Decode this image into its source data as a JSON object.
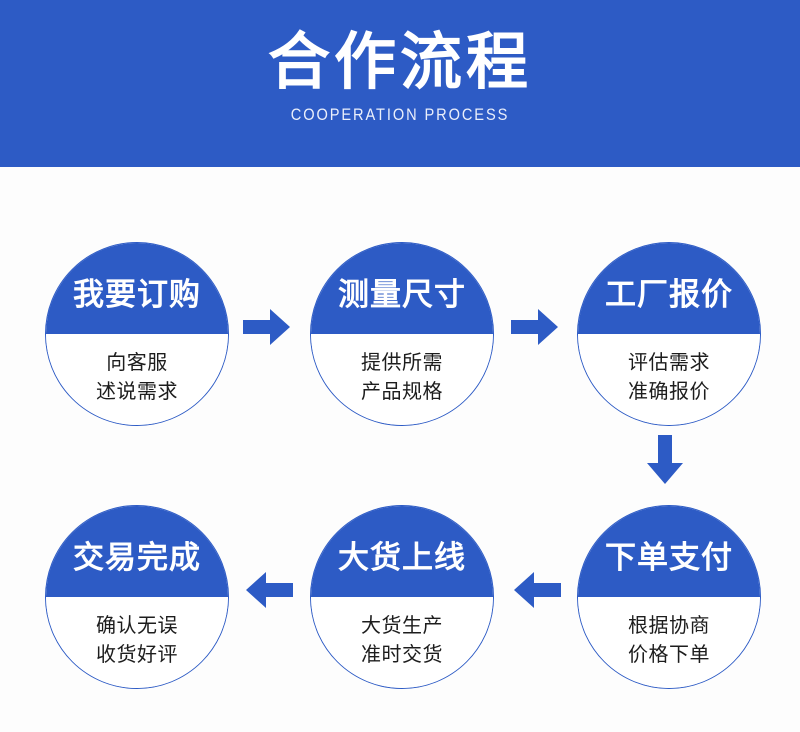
{
  "header": {
    "title": "合作流程",
    "subtitle": "COOPERATION PROCESS",
    "background_color": "#2d5bc5",
    "text_color": "#ffffff"
  },
  "colors": {
    "brand_blue": "#2d5bc5",
    "arrow_blue": "#2d5bc5",
    "page_background": "#fdfdfd",
    "body_text": "#1d1d1d"
  },
  "flow": {
    "steps": [
      {
        "id": "step-1",
        "title": "我要订购",
        "lines": [
          "向客服",
          "述说需求"
        ]
      },
      {
        "id": "step-2",
        "title": "测量尺寸",
        "lines": [
          "提供所需",
          "产品规格"
        ]
      },
      {
        "id": "step-3",
        "title": "工厂报价",
        "lines": [
          "评估需求",
          "准确报价"
        ]
      },
      {
        "id": "step-4",
        "title": "下单支付",
        "lines": [
          "根据协商",
          "价格下单"
        ]
      },
      {
        "id": "step-5",
        "title": "大货上线",
        "lines": [
          "大货生产",
          "准时交货"
        ]
      },
      {
        "id": "step-6",
        "title": "交易完成",
        "lines": [
          "确认无误",
          "收货好评"
        ]
      }
    ],
    "connectors": [
      {
        "id": "connector-1",
        "direction": "right",
        "from": "step-1",
        "to": "step-2"
      },
      {
        "id": "connector-2",
        "direction": "right",
        "from": "step-2",
        "to": "step-3"
      },
      {
        "id": "connector-3",
        "direction": "down",
        "from": "step-3",
        "to": "step-4"
      },
      {
        "id": "connector-4",
        "direction": "left",
        "from": "step-4",
        "to": "step-5"
      },
      {
        "id": "connector-5",
        "direction": "left",
        "from": "step-5",
        "to": "step-6"
      }
    ]
  }
}
